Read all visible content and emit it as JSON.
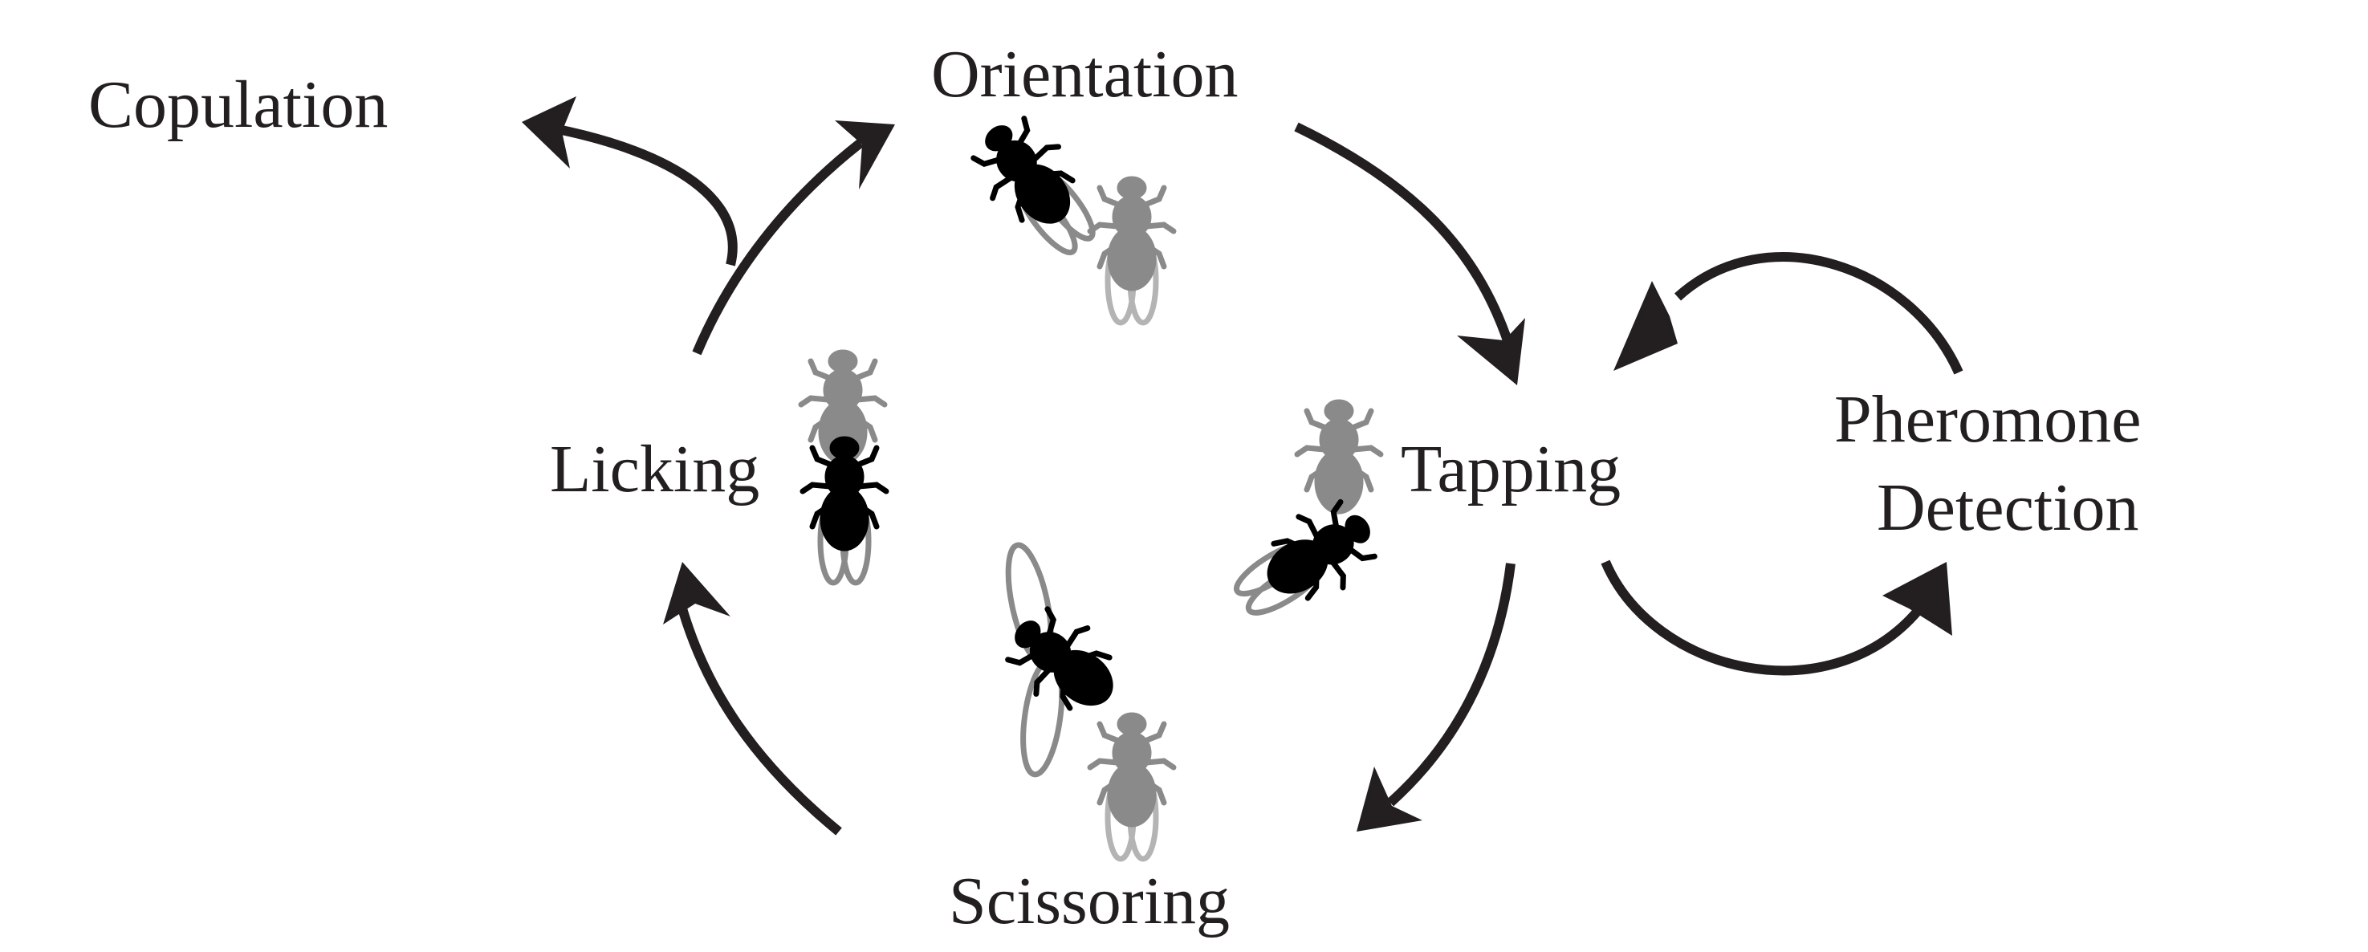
{
  "stages": {
    "orientation": "Orientation",
    "tapping": "Tapping",
    "scissoring": "Scissoring",
    "licking": "Licking",
    "copulation": "Copulation",
    "pheromone_line1": "Pheromone",
    "pheromone_line2": "Detection"
  },
  "colors": {
    "ink": "#231f20",
    "male_fly": "#000000",
    "female_fly": "#8a8a8a",
    "female_wing": "#b4b4b4"
  },
  "icons": [
    "male-fly-icon",
    "female-fly-icon",
    "curved-arrow-icon"
  ]
}
